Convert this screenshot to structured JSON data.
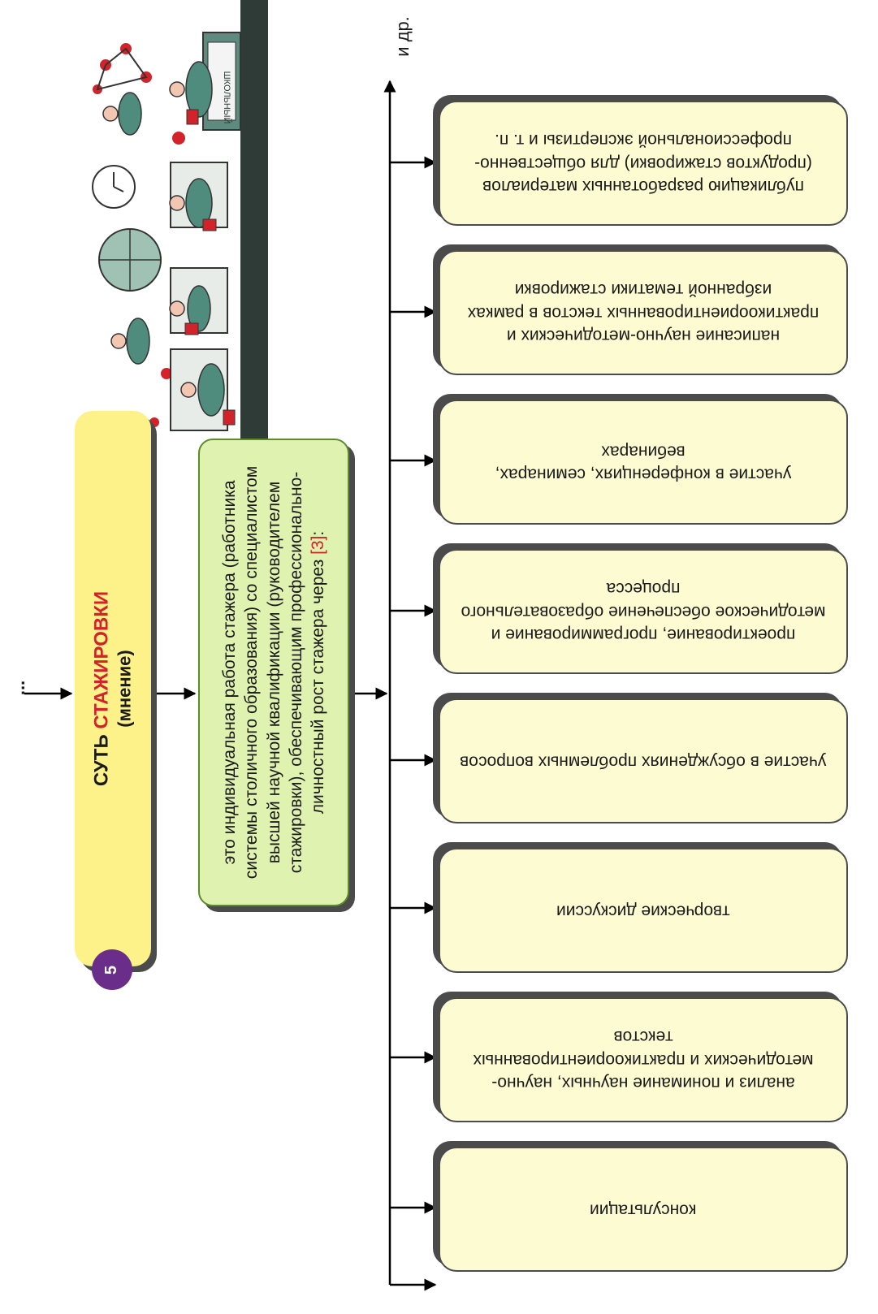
{
  "title": {
    "number": "5",
    "part1": "СУТЬ",
    "part2": "СТАЖИРОВКИ",
    "subtitle": "(мнение)"
  },
  "definition": {
    "text": "это индивидуальная работа стажера (работника системы столичного образования) со специалистом высшей научной квалификации (руководителем стажировки), обеспечивающим профессионально-личностный рост стажера через",
    "reference": "[3]",
    "tail": ":"
  },
  "continuation": "...",
  "other_label": "и др.",
  "items": [
    {
      "label": "публикацию разработанных материалов (продуктов стажировки) для общественно-профессиональной экспертизы и т. п."
    },
    {
      "label": "написание научно-методических и практикоориентированных текстов в рамках избранной тематики стажировки"
    },
    {
      "label": "участие в конференциях, семинарах, вебинарах"
    },
    {
      "label": "проектирование, программирование и методическое обеспечение образовательного процесса"
    },
    {
      "label": "участие в обсуждениях проблемных вопросов"
    },
    {
      "label": "творческие дискуссии"
    },
    {
      "label": "анализ и понимание научных, научно-методических и практикоориентированных текстов"
    },
    {
      "label": "консультации"
    }
  ],
  "illustration": {
    "sign_text": "ШКОЛЬНЫЙ"
  },
  "colors": {
    "title_fill": "#fdf18a",
    "accent_red": "#d2232a",
    "badge_purple": "#6b2d8a",
    "definition_fill": "#dff2b0",
    "item_fill": "#fdfbd2"
  }
}
